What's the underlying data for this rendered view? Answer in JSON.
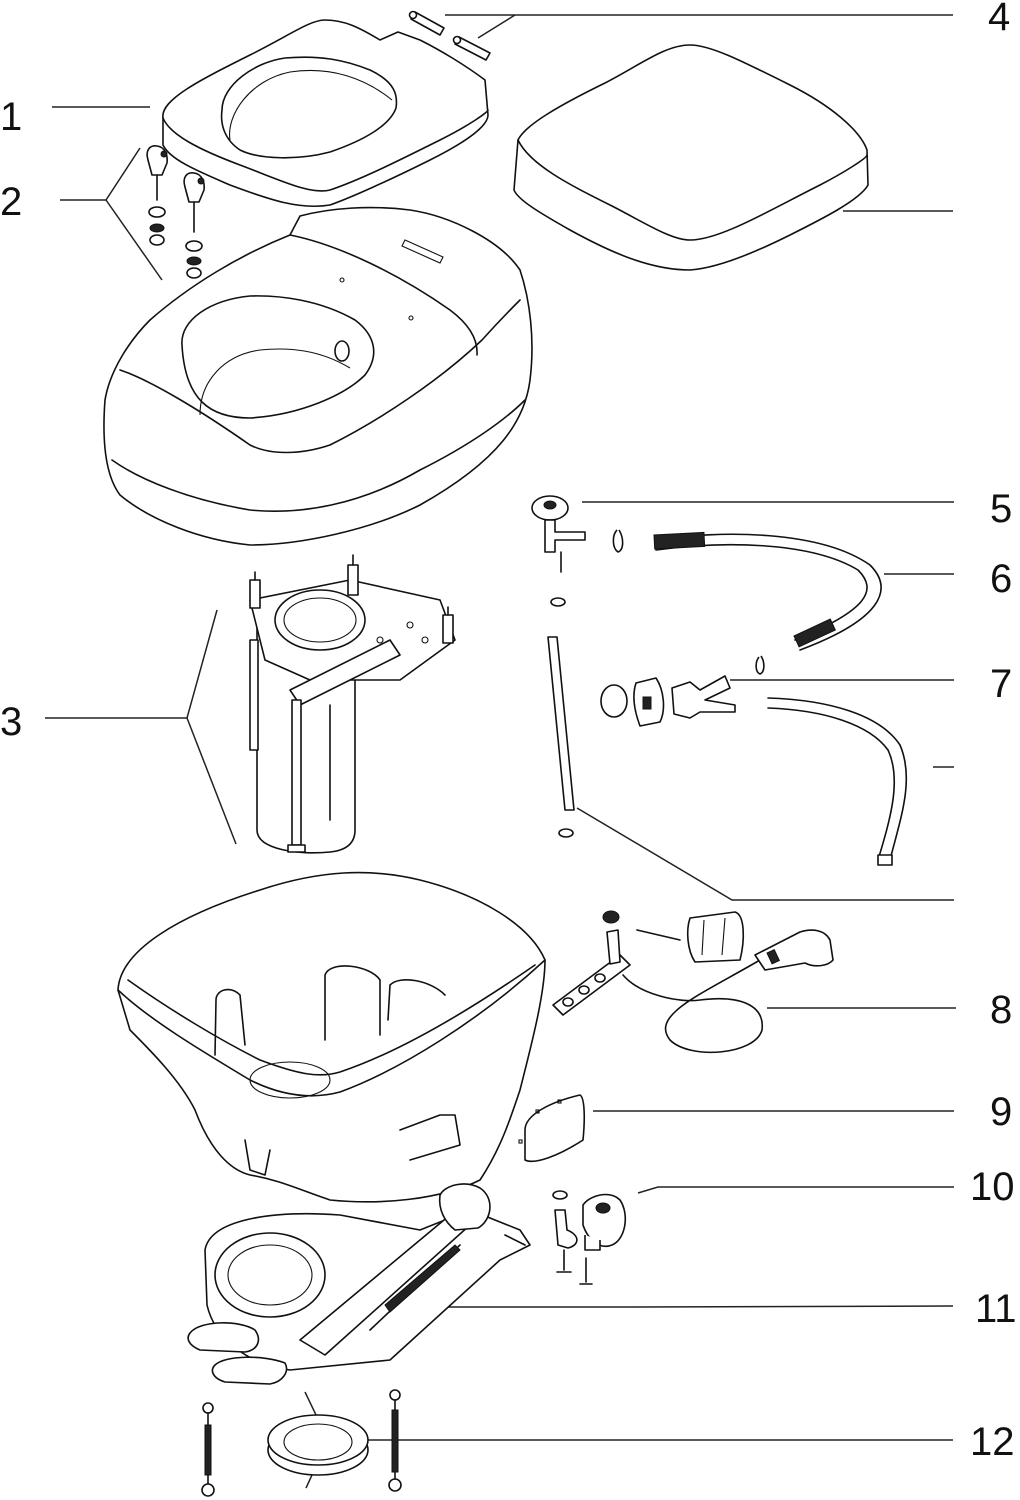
{
  "diagram": {
    "type": "exploded-parts-diagram",
    "callouts": [
      {
        "number": "1",
        "part": "seat"
      },
      {
        "number": "2",
        "part": "seat-hinge-hardware"
      },
      {
        "number": "3",
        "part": "water-tank-assembly"
      },
      {
        "number": "4",
        "part": "hinge-pins"
      },
      {
        "number": "5",
        "part": "water-valve"
      },
      {
        "number": "6",
        "part": "hose"
      },
      {
        "number": "7",
        "part": "drain-valve-and-hose"
      },
      {
        "number": "8",
        "part": "hand-sprayer"
      },
      {
        "number": "9",
        "part": "access-cover"
      },
      {
        "number": "10",
        "part": "flush-valve"
      },
      {
        "number": "11",
        "part": "flush-mechanism"
      },
      {
        "number": "12",
        "part": "floor-seal-and-bolts"
      }
    ],
    "colors": {
      "line": "#111111",
      "background": "#ffffff"
    }
  }
}
